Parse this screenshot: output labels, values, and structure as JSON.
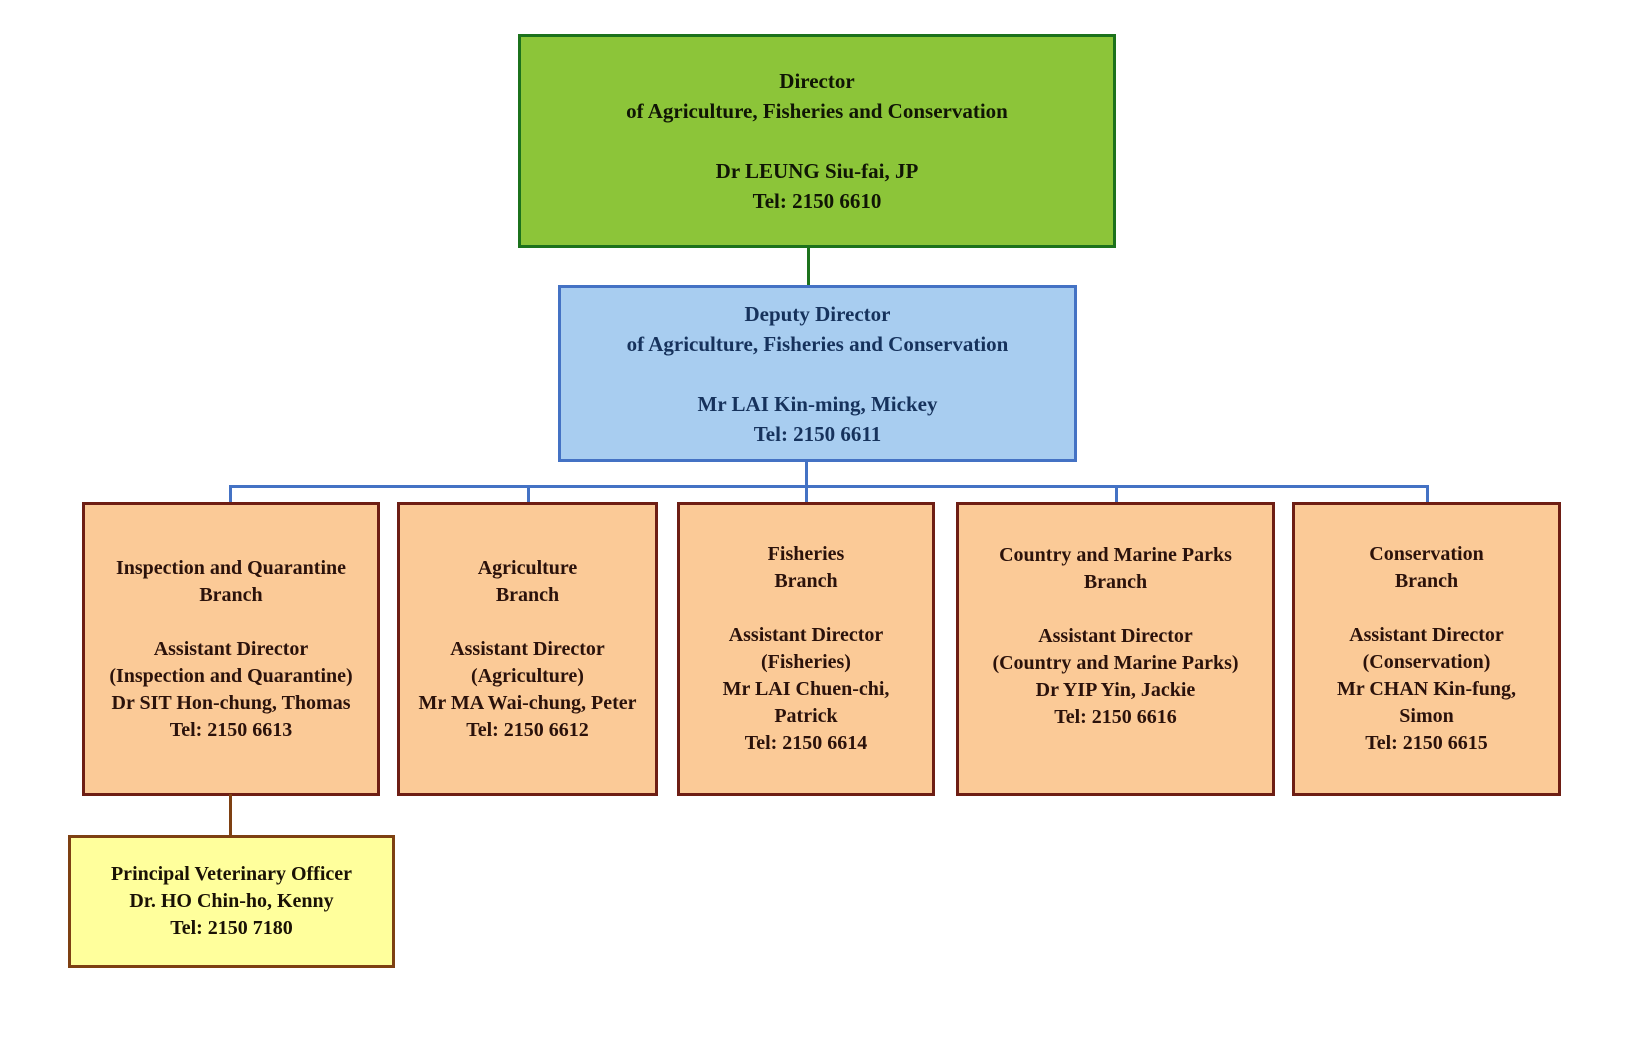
{
  "colors": {
    "page_bg": "#ffffff",
    "director_fill": "#8cc539",
    "director_border": "#1c721c",
    "director_text": "#101505",
    "deputy_fill": "#a8cdf0",
    "deputy_border": "#4472c4",
    "deputy_text": "#16325c",
    "branch_fill": "#fbca97",
    "branch_border": "#6e1e14",
    "branch_text": "#2b120b",
    "pvo_fill": "#ffff9c",
    "pvo_border": "#7e4012",
    "pvo_text": "#1a1205",
    "connector_green": "#1c721c",
    "connector_blue": "#4472c4",
    "connector_brown": "#7e4012"
  },
  "org_chart": {
    "director": {
      "title_lines": [
        "Director",
        "of Agriculture, Fisheries and Conservation"
      ],
      "name": "Dr LEUNG Siu-fai, JP",
      "tel": "Tel: 2150 6610"
    },
    "deputy_director": {
      "title_lines": [
        "Deputy Director",
        "of Agriculture, Fisheries and Conservation"
      ],
      "name": "Mr LAI Kin-ming, Mickey",
      "tel": "Tel: 2150 6611"
    },
    "branches": [
      {
        "branch_lines": [
          "Inspection and Quarantine",
          "Branch"
        ],
        "post_lines": [
          "Assistant Director",
          "(Inspection and Quarantine)"
        ],
        "name_lines": [
          "Dr SIT Hon-chung, Thomas"
        ],
        "tel": "Tel: 2150 6613"
      },
      {
        "branch_lines": [
          "Agriculture",
          "Branch"
        ],
        "post_lines": [
          "Assistant Director",
          "(Agriculture)"
        ],
        "name_lines": [
          "Mr MA Wai-chung, Peter"
        ],
        "tel": "Tel: 2150 6612"
      },
      {
        "branch_lines": [
          "Fisheries",
          "Branch"
        ],
        "post_lines": [
          "Assistant Director",
          "(Fisheries)"
        ],
        "name_lines": [
          "Mr LAI Chuen-chi,",
          "Patrick"
        ],
        "tel": "Tel: 2150 6614"
      },
      {
        "branch_lines": [
          "Country and Marine Parks",
          "Branch"
        ],
        "post_lines": [
          "Assistant Director",
          "(Country and Marine Parks)"
        ],
        "name_lines": [
          "Dr YIP Yin, Jackie"
        ],
        "tel": "Tel: 2150 6616"
      },
      {
        "branch_lines": [
          "Conservation",
          "Branch"
        ],
        "post_lines": [
          "Assistant Director",
          "(Conservation)"
        ],
        "name_lines": [
          "Mr CHAN Kin-fung,",
          "Simon"
        ],
        "tel": "Tel: 2150 6615"
      }
    ],
    "principal_veterinary_officer": {
      "lines": [
        "Principal Veterinary Officer",
        "Dr. HO Chin-ho, Kenny",
        "Tel: 2150 7180"
      ]
    }
  }
}
